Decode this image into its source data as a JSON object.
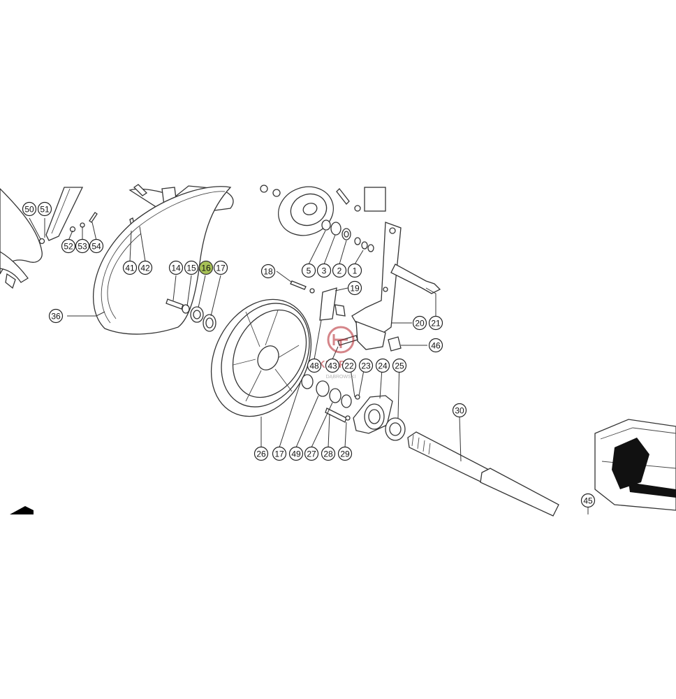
{
  "diagram": {
    "highlight_color": "#a8c256",
    "watermark": {
      "brand": "SKLEP",
      "sub": "DĄBROWSKI",
      "color": "#b3232a"
    },
    "callouts": [
      {
        "id": "c50",
        "label": "50"
      },
      {
        "id": "c51",
        "label": "51"
      },
      {
        "id": "c52",
        "label": "52"
      },
      {
        "id": "c53",
        "label": "53"
      },
      {
        "id": "c54",
        "label": "54"
      },
      {
        "id": "c41",
        "label": "41"
      },
      {
        "id": "c42",
        "label": "42"
      },
      {
        "id": "c14",
        "label": "14"
      },
      {
        "id": "c15",
        "label": "15"
      },
      {
        "id": "c16",
        "label": "16",
        "highlight": true
      },
      {
        "id": "c17a",
        "label": "17"
      },
      {
        "id": "c36",
        "label": "36"
      },
      {
        "id": "c5",
        "label": "5"
      },
      {
        "id": "c3",
        "label": "3"
      },
      {
        "id": "c2",
        "label": "2"
      },
      {
        "id": "c1",
        "label": "1"
      },
      {
        "id": "c18",
        "label": "18"
      },
      {
        "id": "c19",
        "label": "19"
      },
      {
        "id": "c20",
        "label": "20"
      },
      {
        "id": "c21",
        "label": "21"
      },
      {
        "id": "c46",
        "label": "46"
      },
      {
        "id": "c48",
        "label": "48"
      },
      {
        "id": "c43",
        "label": "43"
      },
      {
        "id": "c22",
        "label": "22"
      },
      {
        "id": "c23",
        "label": "23"
      },
      {
        "id": "c24",
        "label": "24"
      },
      {
        "id": "c25",
        "label": "25"
      },
      {
        "id": "c30",
        "label": "30"
      },
      {
        "id": "c26",
        "label": "26"
      },
      {
        "id": "c17b",
        "label": "17"
      },
      {
        "id": "c49",
        "label": "49"
      },
      {
        "id": "c27",
        "label": "27"
      },
      {
        "id": "c28",
        "label": "28"
      },
      {
        "id": "c29",
        "label": "29"
      },
      {
        "id": "c45",
        "label": "45"
      }
    ]
  }
}
